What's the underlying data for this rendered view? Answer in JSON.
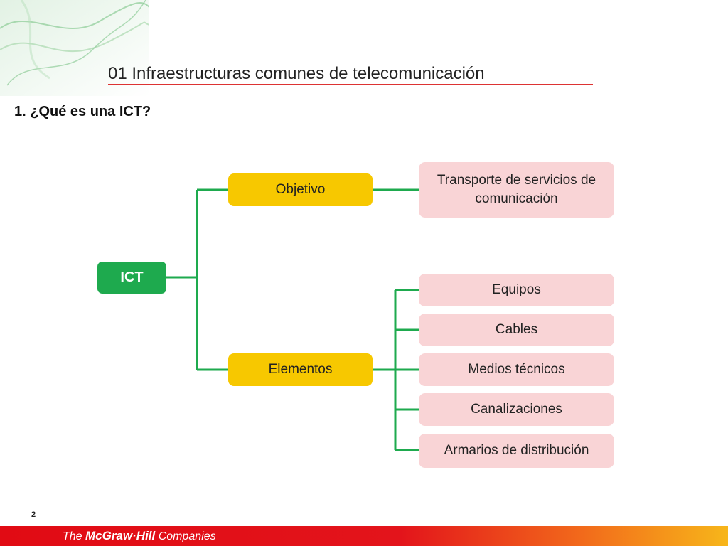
{
  "header": {
    "title": "01  Infraestructuras comunes de telecomunicación",
    "subtitle": "1. ¿Qué es una ICT?"
  },
  "diagram": {
    "root": "ICT",
    "branches": [
      {
        "label": "Objetivo",
        "children": [
          "Transporte de servicios de comunicación"
        ]
      },
      {
        "label": "Elementos",
        "children": [
          "Equipos",
          "Cables",
          "Medios técnicos",
          "Canalizaciones",
          "Armarios de distribución"
        ]
      }
    ]
  },
  "footer": {
    "page_number": "2",
    "logo_the": "The ",
    "logo_name": "McGraw·Hill",
    "logo_companies": " Companies"
  },
  "colors": {
    "root": "#1eaa4e",
    "branch": "#f7c800",
    "leaf": "#f9d4d6",
    "connector": "#1eaa4e",
    "title_rule": "#dd3333"
  }
}
